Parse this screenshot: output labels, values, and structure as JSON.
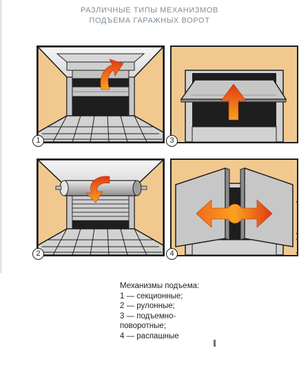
{
  "header": {
    "line1": "РАЗЛИЧНЫЕ ТИПЫ МЕХАНИЗМОВ",
    "line2": "ПОДЪЕМА ГАРАЖНЫХ ВОРОТ"
  },
  "panels": [
    {
      "number": "1",
      "icon": "sectional-door-icon",
      "arrow_icon": "curved-up-arrow-icon"
    },
    {
      "number": "2",
      "icon": "roller-door-icon",
      "arrow_icon": "roll-down-arrow-icon"
    },
    {
      "number": "3",
      "icon": "up-and-over-door-icon",
      "arrow_icon": "up-arrow-icon"
    },
    {
      "number": "4",
      "icon": "swing-door-icon",
      "arrow_icon": "double-sided-arrow-icon"
    }
  ],
  "legend": {
    "title": "Механизмы подъема:",
    "items": [
      "1 — секционные;",
      "2 — рулонные;",
      "3 — подъемно-",
      "поворотные;",
      "4 — распашные"
    ]
  },
  "colors": {
    "wall": "#f1c98f",
    "frame": "#1e1e1e",
    "door": "#c7c7c7",
    "floor": "#d2d2d2",
    "arrow_dark": "#e03a15",
    "arrow_light": "#f9a21e",
    "title_text": "#7d8a97"
  }
}
